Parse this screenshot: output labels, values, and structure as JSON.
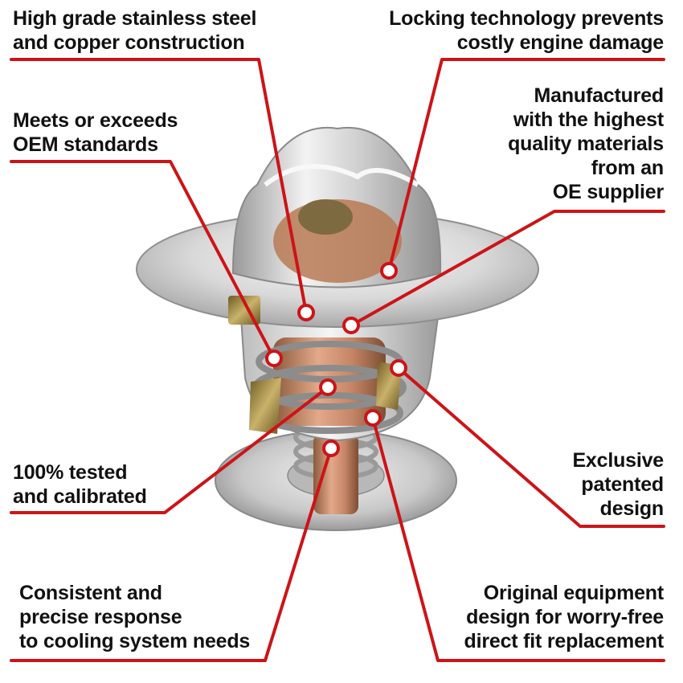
{
  "accent_color": "#cc1418",
  "product": "thermostat",
  "features": [
    {
      "id": "stainless-copper",
      "lines": [
        "High grade stainless steel",
        "and copper construction"
      ]
    },
    {
      "id": "locking-technology",
      "lines": [
        "Locking technology prevents",
        "costly engine damage"
      ]
    },
    {
      "id": "oem-standards",
      "lines": [
        "Meets or exceeds",
        "OEM standards"
      ]
    },
    {
      "id": "oe-supplier",
      "lines": [
        "Manufactured",
        "with the highest",
        "quality materials",
        "from an",
        "OE supplier"
      ]
    },
    {
      "id": "tested-calibrated",
      "lines": [
        "100% tested",
        "and calibrated"
      ]
    },
    {
      "id": "patented-design",
      "lines": [
        "Exclusive",
        "patented",
        "design"
      ]
    },
    {
      "id": "consistent-response",
      "lines": [
        "Consistent and",
        "precise response",
        "to cooling system needs"
      ]
    },
    {
      "id": "direct-fit",
      "lines": [
        "Original equipment",
        "design for worry-free",
        "direct fit replacement"
      ]
    }
  ]
}
